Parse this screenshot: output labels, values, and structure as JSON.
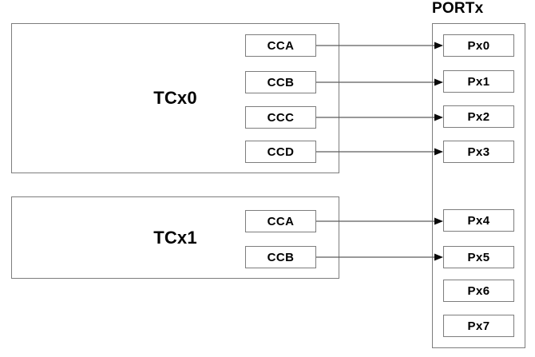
{
  "diagram": {
    "port": {
      "title": "PORTx",
      "pins": [
        "Px0",
        "Px1",
        "Px2",
        "Px3",
        "Px4",
        "Px5",
        "Px6",
        "Px7"
      ]
    },
    "timers": [
      {
        "label": "TCx0",
        "channels": [
          "CCA",
          "CCB",
          "CCC",
          "CCD"
        ]
      },
      {
        "label": "TCx1",
        "channels": [
          "CCA",
          "CCB"
        ]
      }
    ],
    "connections": [
      {
        "from": "TCx0.CCA",
        "to": "Px0"
      },
      {
        "from": "TCx0.CCB",
        "to": "Px1"
      },
      {
        "from": "TCx0.CCC",
        "to": "Px2"
      },
      {
        "from": "TCx0.CCD",
        "to": "Px3"
      },
      {
        "from": "TCx1.CCA",
        "to": "Px4"
      },
      {
        "from": "TCx1.CCB",
        "to": "Px5"
      }
    ],
    "colors": {
      "background": "#ffffff",
      "box_border": "#7d7d7d",
      "connector_line": "#5c5c5c",
      "arrowhead": "#0a0a0a",
      "text": "#000000"
    }
  }
}
